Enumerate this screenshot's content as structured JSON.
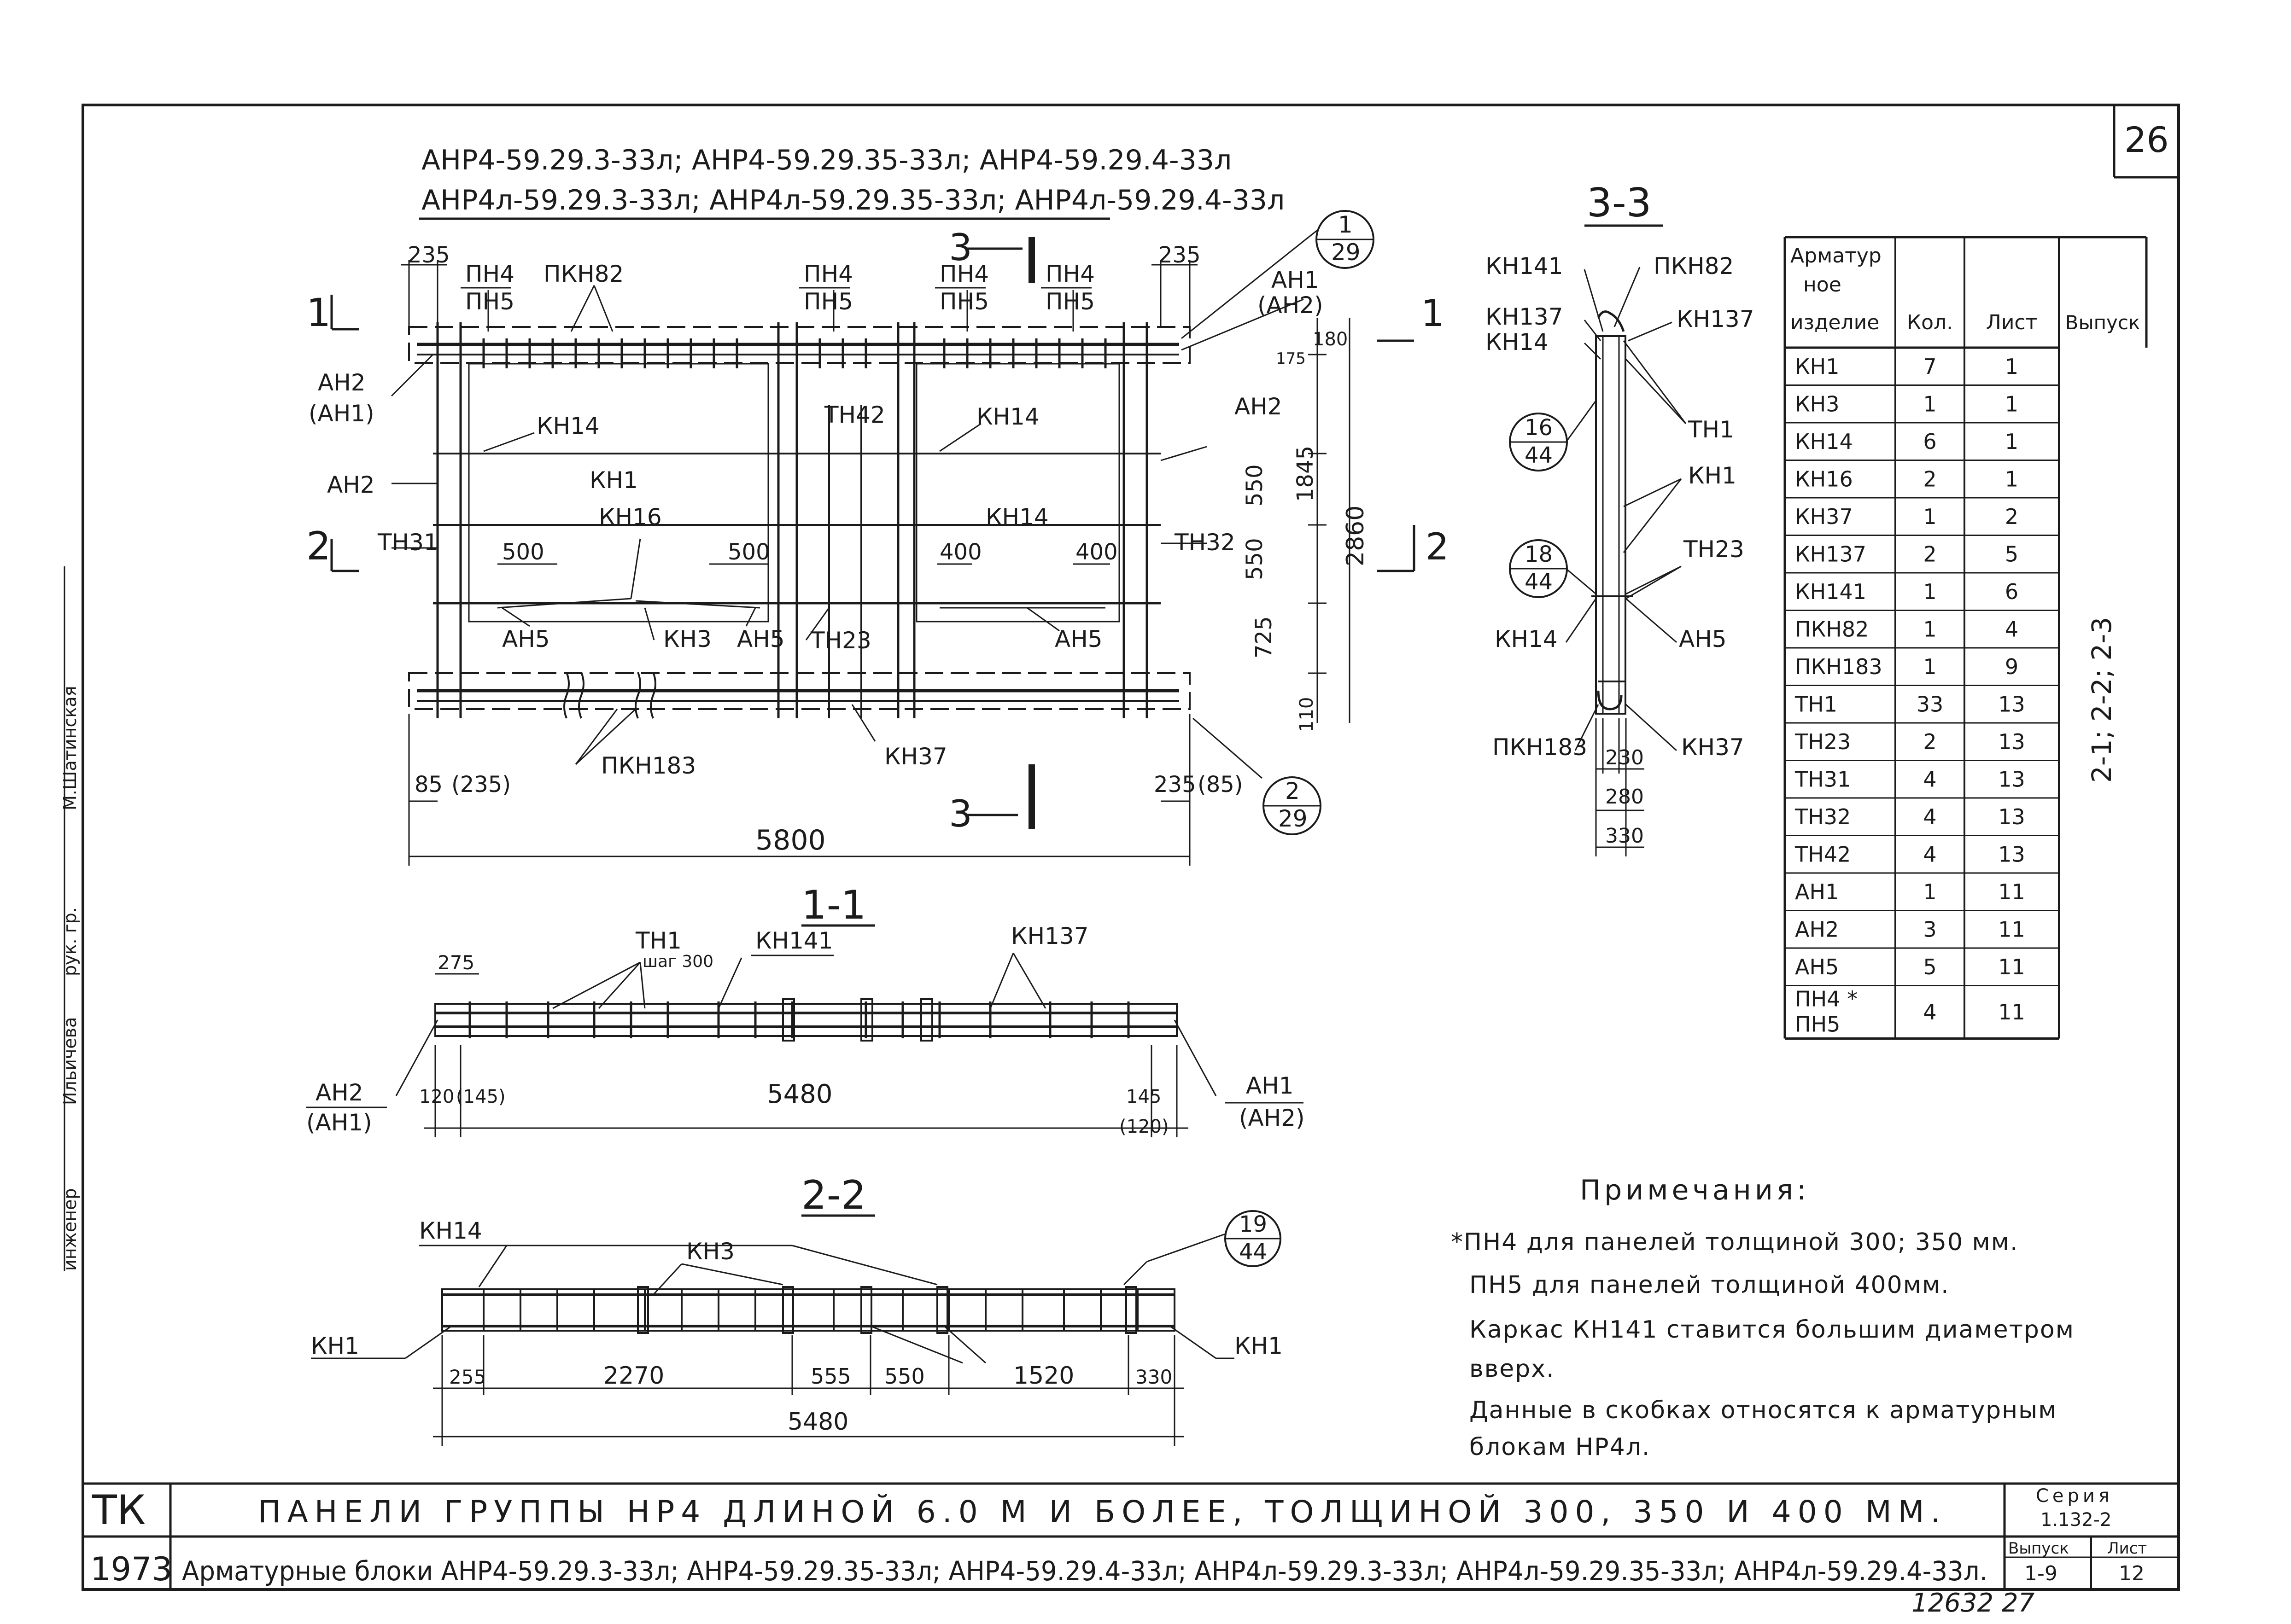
{
  "sheet": {
    "number": "26",
    "tk": "ТК",
    "year": "1973",
    "series_label": "Серия",
    "series_value": "1.132-2",
    "issue_label": "Выпуск",
    "issue_value": "1-9",
    "sheet_label": "Лист",
    "sheet_value": "12",
    "footer": "12632   27",
    "title": "ПАНЕЛИ ГРУППЫ НР4 ДЛИНОЙ 6.0 М И БОЛЕЕ, ТОЛЩИНОЙ 300, 350 И 400 ММ.",
    "subtitle": "Арматурные блоки АНР4-59.29.3-33л; АНР4-59.29.35-33л; АНР4-59.29.4-33л; АНР4л-59.29.3-33л; АНР4л-59.29.35-33л; АНР4л-59.29.4-33л."
  },
  "side_stamp": {
    "engineer": "инженер",
    "name1": "Ильичева",
    "role": "рук. гр.",
    "name2": "М.Шатинская"
  },
  "header": {
    "line1": "АНР4-59.29.3-33л; АНР4-59.29.35-33л; АНР4-59.29.4-33л",
    "line2": "АНР4л-59.29.3-33л; АНР4л-59.29.35-33л; АНР4л-59.29.4-33л"
  },
  "main_view": {
    "labels": {
      "pn4a": "ПН4",
      "pn5a": "ПН5",
      "pkn82": "ПКН82",
      "pn4b": "ПН4",
      "pn5b": "ПН5",
      "pn4c": "ПН4",
      "pn5c": "ПН5",
      "pn4d": "ПН4",
      "pn5d": "ПН5",
      "an2_an1": "АН2",
      "an1_paren": "(АН1)",
      "an2": "АН2",
      "an2r": "АН2",
      "an1_top": "АН1",
      "an2_paren": "(АН2)",
      "kn14a": "КН14",
      "kn14b": "КН14",
      "kn14c": "КН14",
      "kn1": "КН1",
      "kn16": "КН16",
      "tn42": "ТН42",
      "tn31": "ТН31",
      "tn32": "ТН32",
      "tn23": "ТН23",
      "an5a": "АН5",
      "an5b": "АН5",
      "an5c": "АН5",
      "kn3": "КН3",
      "pkn183": "ПКН183",
      "kn37": "КН37",
      "cut1": "1",
      "cut2": "2",
      "cut3": "3",
      "cut1r": "1",
      "cut2r": "2",
      "cut3b": "3"
    },
    "dims": {
      "d235l": "235",
      "d235r": "235",
      "d500a": "500",
      "d500b": "500",
      "d400a": "400",
      "d400b": "400",
      "d175": "175",
      "d180": "180",
      "d550a": "550",
      "d550b": "550",
      "d725": "725",
      "d110": "110",
      "d1845": "1845",
      "d2860": "2860",
      "d85": "85",
      "d235p": "(235)",
      "d235b": "235",
      "d85p": "(85)",
      "d5800": "5800"
    },
    "callouts": [
      {
        "top": "1",
        "bottom": "29"
      },
      {
        "top": "2",
        "bottom": "29"
      }
    ]
  },
  "section_11": {
    "title": "1-1",
    "labels": {
      "tn1": "ТН1",
      "step": "шаг 300",
      "kn141": "КН141",
      "kn137": "КН137",
      "an2": "АН2",
      "an1p": "(АН1)",
      "an1": "АН1",
      "an2p": "(АН2)"
    },
    "dims": {
      "d275": "275",
      "d120": "120",
      "d145p": "(145)",
      "d5480": "5480",
      "d145": "145",
      "d120p": "(120)"
    }
  },
  "section_22": {
    "title": "2-2",
    "labels": {
      "kn14": "КН14",
      "kn3": "КН3",
      "kn1l": "КН1",
      "kn1r": "КН1"
    },
    "callout": {
      "top": "19",
      "bottom": "44"
    },
    "dims": {
      "d255": "255",
      "d2270": "2270",
      "d555": "555",
      "d550": "550",
      "d1520": "1520",
      "d330": "330",
      "d5480": "5480"
    }
  },
  "section_33": {
    "title": "3-3",
    "labels": {
      "kn141": "КН141",
      "pkn82": "ПКН82",
      "kn137l": "КН137",
      "kn137r": "КН137",
      "kn14t": "КН14",
      "tn1": "ТН1",
      "kn1": "КН1",
      "tn23": "ТН23",
      "kn14b": "КН14",
      "an5": "АН5",
      "pkn183": "ПКН183",
      "kn37": "КН37"
    },
    "callouts": [
      {
        "top": "16",
        "bottom": "44"
      },
      {
        "top": "18",
        "bottom": "44"
      }
    ],
    "dims": {
      "d230": "230",
      "d280": "280",
      "d330": "330"
    }
  },
  "spec_table": {
    "headers": [
      "Арматурное изделие",
      "Кол.",
      "Лист",
      "Выпуск"
    ],
    "issue_value": "2-1; 2-2; 2-3",
    "rows": [
      [
        "КН1",
        "7",
        "1"
      ],
      [
        "КН3",
        "1",
        "1"
      ],
      [
        "КН14",
        "6",
        "1"
      ],
      [
        "КН16",
        "2",
        "1"
      ],
      [
        "КН37",
        "1",
        "2"
      ],
      [
        "КН137",
        "2",
        "5"
      ],
      [
        "КН141",
        "1",
        "6"
      ],
      [
        "ПКН82",
        "1",
        "4"
      ],
      [
        "ПКН183",
        "1",
        "9"
      ],
      [
        "ТН1",
        "33",
        "13"
      ],
      [
        "ТН23",
        "2",
        "13"
      ],
      [
        "ТН31",
        "4",
        "13"
      ],
      [
        "ТН32",
        "4",
        "13"
      ],
      [
        "ТН42",
        "4",
        "13"
      ],
      [
        "АН1",
        "1",
        "11"
      ],
      [
        "АН2",
        "3",
        "11"
      ],
      [
        "АН5",
        "5",
        "11"
      ],
      [
        "ПН4 * ПН5",
        "4",
        "11"
      ]
    ]
  },
  "notes": {
    "title": "Примечания:",
    "lines": [
      "*ПН4 для панелей толщиной 300; 350 мм.",
      "ПН5 для панелей толщиной 400мм.",
      "Каркас КН141 ставится большим диаметром",
      "вверх.",
      "Данные в скобках относятся к арматурным",
      "блокам НР4л."
    ]
  }
}
